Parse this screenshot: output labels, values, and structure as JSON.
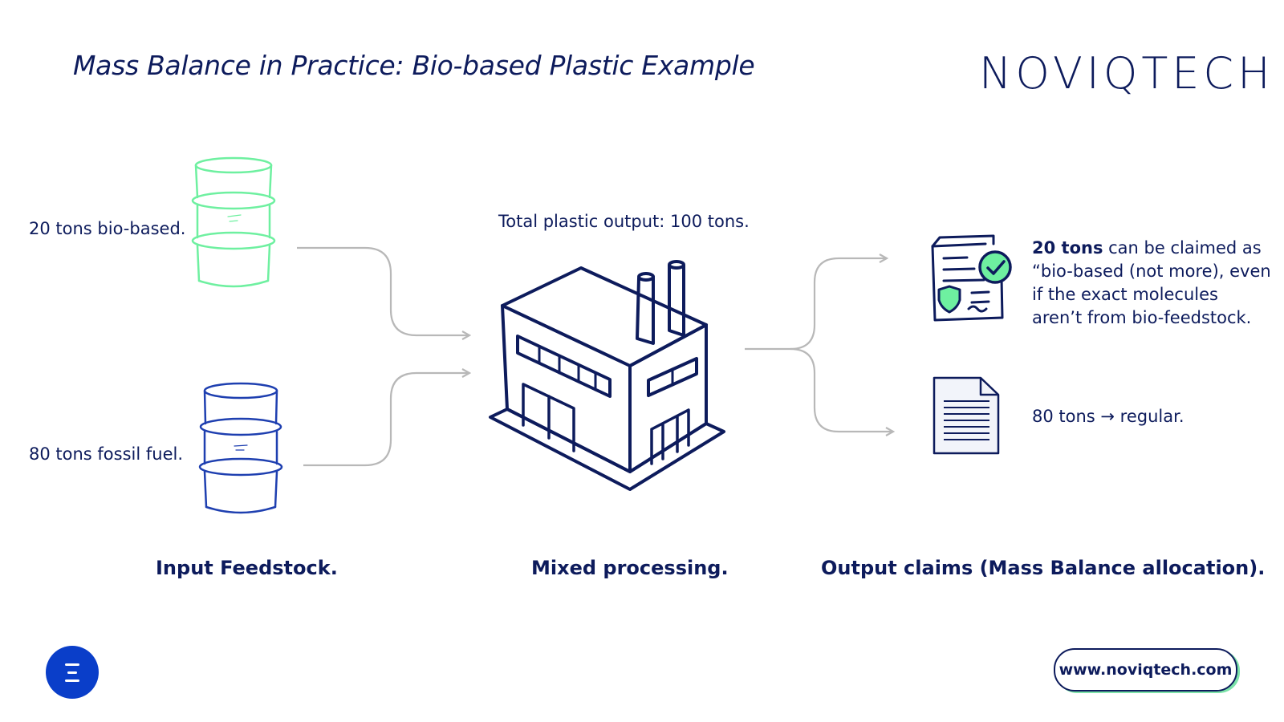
{
  "header": {
    "title": "Mass Balance in Practice: Bio-based Plastic Example",
    "logo_text": "NOVIQTECH"
  },
  "inputs": {
    "bio_label": "20 tons bio-based.",
    "fossil_label": "80 tons fossil fuel."
  },
  "process": {
    "total_output": "Total plastic output: 100 tons."
  },
  "outputs": {
    "claim_bio_bold": "20 tons",
    "claim_bio_rest": " can be claimed as “bio-based (not more), even if the exact molecules aren’t from bio-feedstock.",
    "claim_regular": "80 tons → regular."
  },
  "stages": {
    "input": "Input Feedstock.",
    "processing": "Mixed processing.",
    "output": "Output claims (Mass Balance allocation)."
  },
  "footer": {
    "url": "www.noviqtech.com"
  },
  "colors": {
    "navy": "#0d1b5c",
    "bio_green": "#6ef0a0",
    "fossil_blue": "#1e3fb0",
    "accent_blue": "#0a3ec9",
    "arrow_gray": "#b8b8b8",
    "check_green": "#39c98a"
  },
  "icons": {
    "bio_barrel": "barrel-icon",
    "fossil_barrel": "barrel-icon",
    "factory": "factory-icon",
    "certificate": "certificate-icon",
    "document": "document-icon",
    "menu": "menu-icon"
  }
}
